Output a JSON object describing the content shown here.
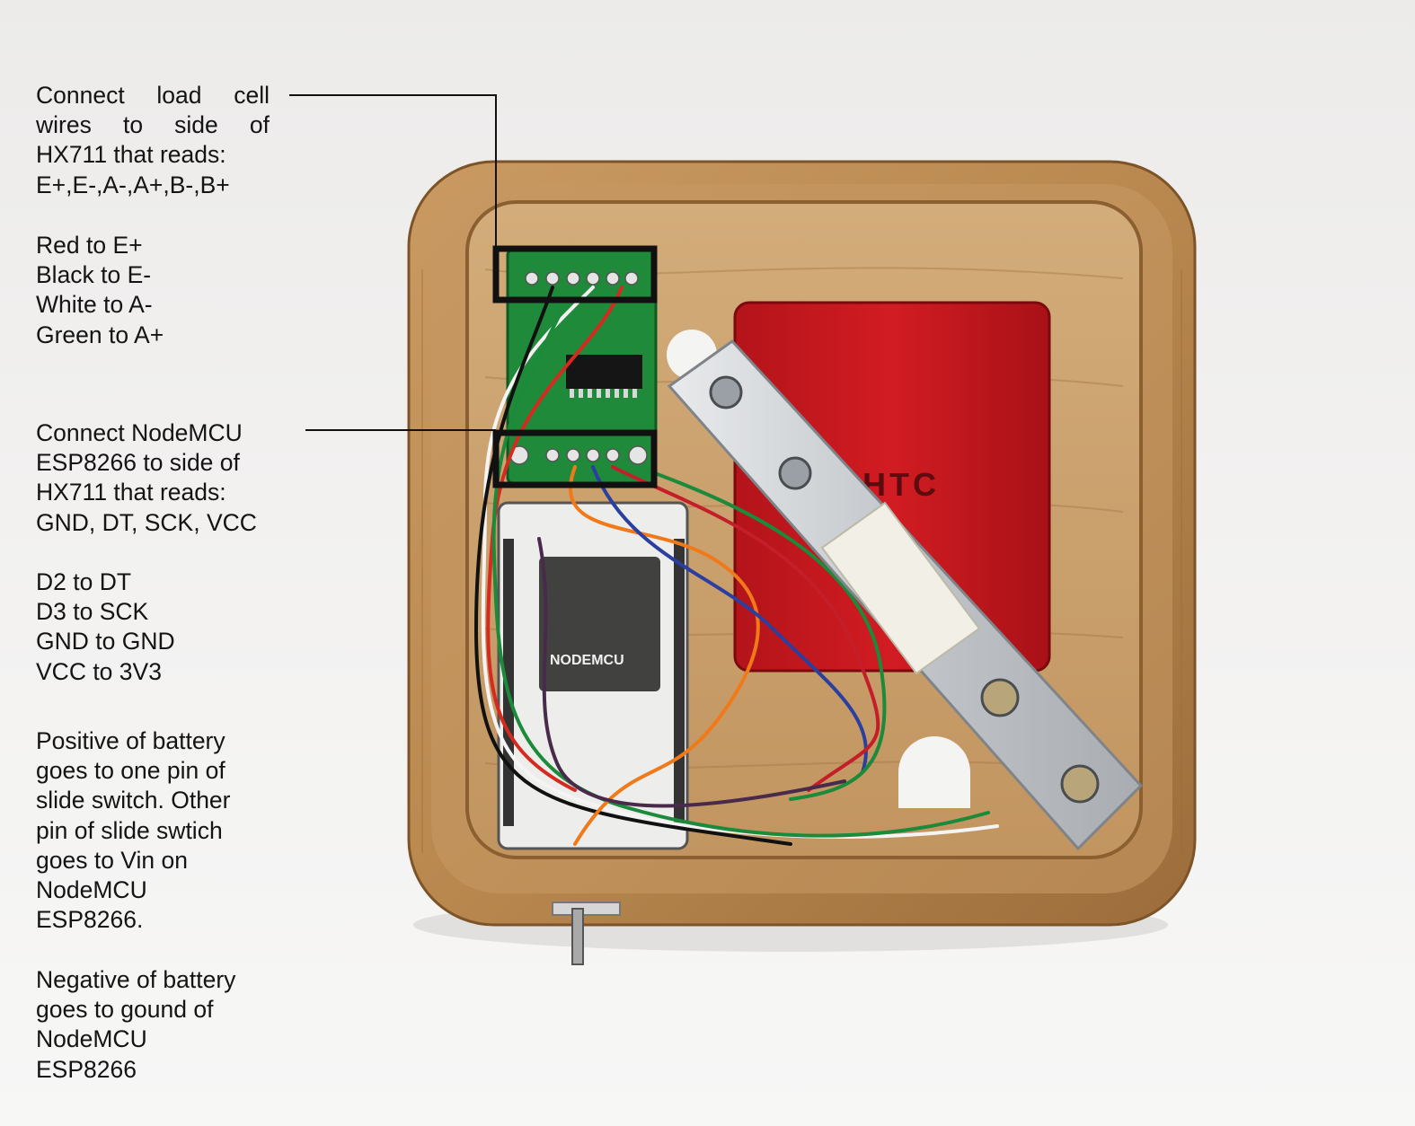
{
  "notes": {
    "load_cell_instructions": [
      "Connect load cell",
      "wires to side of",
      "HX711 that reads:",
      "E+,E-,A-,A+,B-,B+"
    ],
    "load_cell_wiring": [
      "Red to E+",
      "Black to E-",
      "White to A-",
      "Green to A+"
    ],
    "nodemcu_instructions": [
      "Connect NodeMCU",
      "ESP8266 to side of",
      "HX711 that reads:",
      "GND, DT, SCK, VCC"
    ],
    "nodemcu_wiring": [
      "D2 to DT",
      "D3 to SCK",
      "GND to GND",
      "VCC to 3V3"
    ],
    "battery_positive": [
      "Positive of battery",
      "goes to one pin of",
      "slide switch. Other",
      "pin of slide swtich",
      "goes to Vin on",
      "NodeMCU",
      "ESP8266."
    ],
    "battery_negative": [
      "Negative of battery",
      "goes to gound of",
      "NodeMCU",
      "ESP8266"
    ]
  },
  "photo_labels": {
    "battery_brand": "HTC",
    "board_label": "NODEMCU"
  },
  "colors": {
    "wood": "#b98a54",
    "wood_dark": "#8f6436",
    "pcb_green": "#1f8a3a",
    "battery_red": "#c4161c",
    "load_cell_silver": "#c9ccd0",
    "callout_line": "#111111"
  }
}
